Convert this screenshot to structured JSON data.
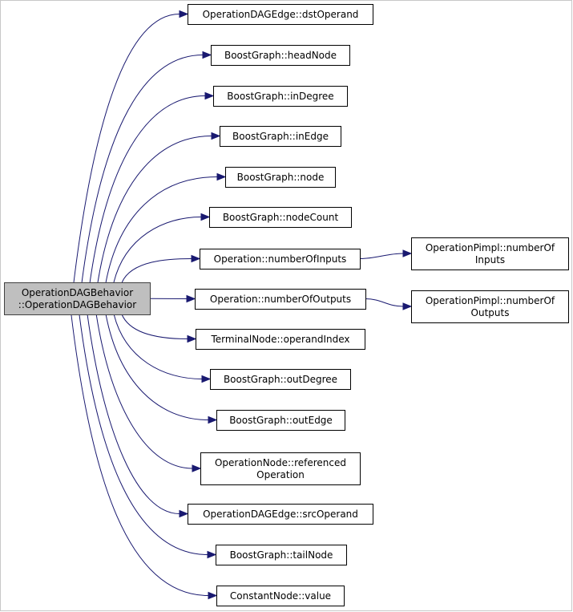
{
  "diagram": {
    "root": {
      "id": "root",
      "lines": [
        "OperationDAGBehavior",
        "::OperationDAGBehavior"
      ]
    },
    "callees": [
      {
        "id": "dst_operand",
        "lines": [
          "OperationDAGEdge::dstOperand"
        ]
      },
      {
        "id": "head_node",
        "lines": [
          "BoostGraph::headNode"
        ]
      },
      {
        "id": "in_degree",
        "lines": [
          "BoostGraph::inDegree"
        ]
      },
      {
        "id": "in_edge",
        "lines": [
          "BoostGraph::inEdge"
        ]
      },
      {
        "id": "node",
        "lines": [
          "BoostGraph::node"
        ]
      },
      {
        "id": "node_count",
        "lines": [
          "BoostGraph::nodeCount"
        ]
      },
      {
        "id": "number_of_inputs",
        "lines": [
          "Operation::numberOfInputs"
        ]
      },
      {
        "id": "number_of_outputs",
        "lines": [
          "Operation::numberOfOutputs"
        ]
      },
      {
        "id": "operand_index",
        "lines": [
          "TerminalNode::operandIndex"
        ]
      },
      {
        "id": "out_degree",
        "lines": [
          "BoostGraph::outDegree"
        ]
      },
      {
        "id": "out_edge",
        "lines": [
          "BoostGraph::outEdge"
        ]
      },
      {
        "id": "referenced_operation",
        "lines": [
          "OperationNode::referenced",
          "Operation"
        ]
      },
      {
        "id": "src_operand",
        "lines": [
          "OperationDAGEdge::srcOperand"
        ]
      },
      {
        "id": "tail_node",
        "lines": [
          "BoostGraph::tailNode"
        ]
      },
      {
        "id": "value",
        "lines": [
          "ConstantNode::value"
        ]
      }
    ],
    "pimpl": [
      {
        "id": "pimpl_inputs",
        "lines": [
          "OperationPimpl::numberOf",
          "Inputs"
        ]
      },
      {
        "id": "pimpl_outputs",
        "lines": [
          "OperationPimpl::numberOf",
          "Outputs"
        ]
      }
    ],
    "edges": [
      {
        "from": "root",
        "to": "dst_operand"
      },
      {
        "from": "root",
        "to": "head_node"
      },
      {
        "from": "root",
        "to": "in_degree"
      },
      {
        "from": "root",
        "to": "in_edge"
      },
      {
        "from": "root",
        "to": "node"
      },
      {
        "from": "root",
        "to": "node_count"
      },
      {
        "from": "root",
        "to": "number_of_inputs"
      },
      {
        "from": "root",
        "to": "number_of_outputs"
      },
      {
        "from": "root",
        "to": "operand_index"
      },
      {
        "from": "root",
        "to": "out_degree"
      },
      {
        "from": "root",
        "to": "out_edge"
      },
      {
        "from": "root",
        "to": "referenced_operation"
      },
      {
        "from": "root",
        "to": "src_operand"
      },
      {
        "from": "root",
        "to": "tail_node"
      },
      {
        "from": "root",
        "to": "value"
      },
      {
        "from": "number_of_inputs",
        "to": "pimpl_inputs"
      },
      {
        "from": "number_of_outputs",
        "to": "pimpl_outputs"
      }
    ],
    "colors": {
      "edge": "#191970",
      "root_fill": "#bfbfbf",
      "node_fill": "#ffffff",
      "node_stroke": "#000000"
    }
  }
}
